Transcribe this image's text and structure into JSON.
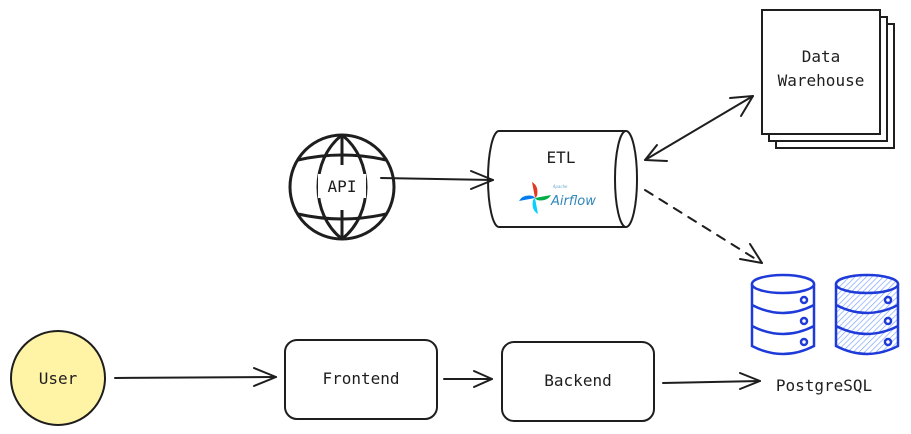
{
  "nodes": {
    "api": {
      "label": "API",
      "icon": "globe-icon"
    },
    "etl": {
      "label": "ETL",
      "logo_top": "Apache",
      "logo_main": "Airflow"
    },
    "warehouse": {
      "line1": "Data",
      "line2": "Warehouse"
    },
    "user": {
      "label": "User"
    },
    "frontend": {
      "label": "Frontend"
    },
    "backend": {
      "label": "Backend"
    },
    "postgres": {
      "label": "PostgreSQL",
      "icon": "database-icon"
    }
  },
  "colors": {
    "stroke": "#1e1e1e",
    "user_fill": "#fff3a6",
    "db_stroke": "#1e3ad8",
    "db_fill": "#a9c6ff"
  }
}
